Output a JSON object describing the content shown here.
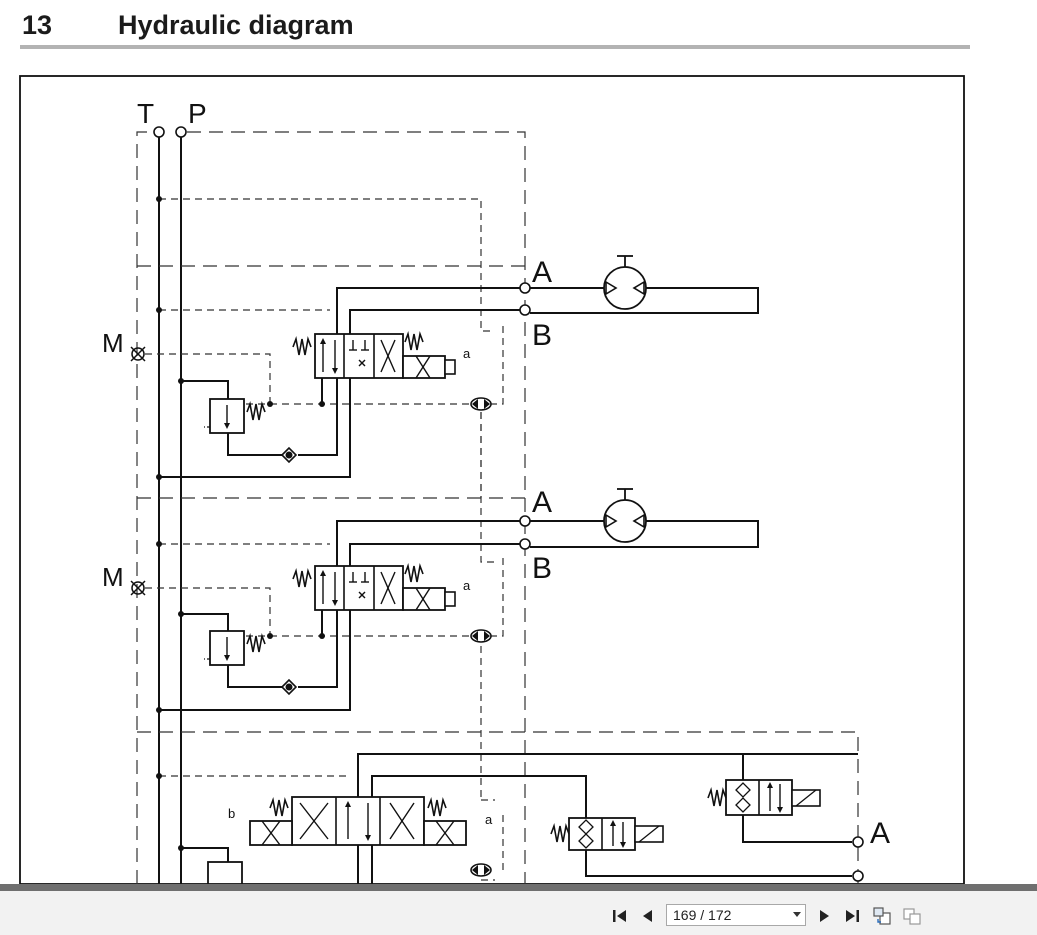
{
  "header": {
    "section_number": "13",
    "section_title": "Hydraulic diagram"
  },
  "diagram": {
    "labels": {
      "tank": "T",
      "pressure": "P",
      "port_a": "A",
      "port_b": "B",
      "gauge": "M",
      "pilot_a": "a",
      "pilot_b": "b"
    }
  },
  "viewer": {
    "page_current": 169,
    "page_total": 172,
    "page_label": "169 / 172",
    "icons": [
      "first-page-icon",
      "previous-page-icon",
      "page-dropdown-icon",
      "next-page-icon",
      "last-page-icon",
      "rotate-view-icon",
      "two-page-view-icon"
    ]
  },
  "colors": {
    "line": "#111111",
    "header_rule": "#b3b3b3",
    "toolbar_bg": "#f2f2f2",
    "toolbar_rule": "#6f6f6f"
  }
}
